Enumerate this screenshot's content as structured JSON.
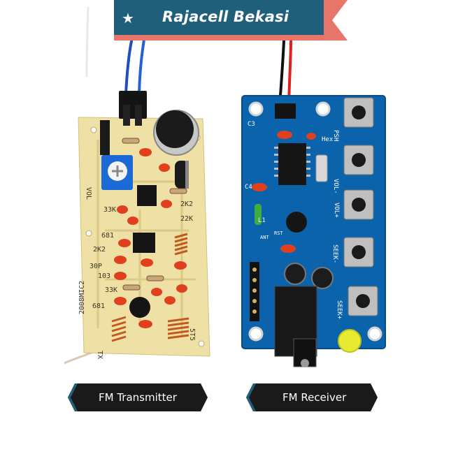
{
  "banner": {
    "shop_name": "Rajacell Bekasi",
    "background_color": "#1f5f7a",
    "accent_color": "#e8756a",
    "icon": "star-icon"
  },
  "products": [
    {
      "name": "FM Transmitter",
      "board_color": "#efe0a6",
      "board_markings": [
        "2008MIC2",
        "33K",
        "VOL",
        "2K2",
        "22K",
        "103",
        "681",
        "30P",
        "5T5",
        "TX"
      ]
    },
    {
      "name": "FM Receiver",
      "board_color": "#0b63ab",
      "board_markings": [
        "SEEK+",
        "SEEK-",
        "VOL+",
        "VOL-",
        "PSH",
        "C3",
        "C4",
        "L1",
        "ANT",
        "RST",
        "Hex"
      ]
    }
  ]
}
